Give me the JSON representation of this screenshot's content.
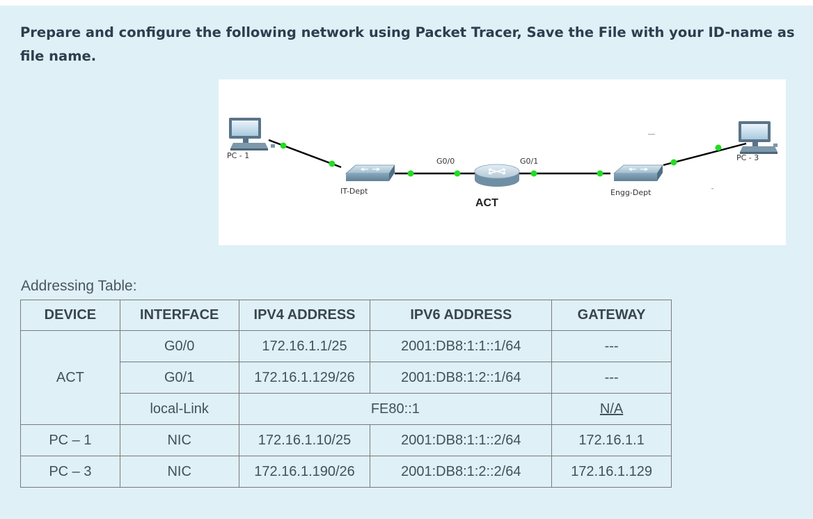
{
  "prompt": "Prepare and configure the following network using Packet Tracer, Save the File with your ID-name as file name.",
  "diagram": {
    "devices": {
      "pc1": "PC - 1",
      "pc3": "PC - 3",
      "switch_left": "IT-Dept",
      "switch_right": "Engg-Dept",
      "router": "ACT"
    },
    "interfaces": {
      "router_left": "G0/0",
      "router_right": "G0/1"
    },
    "icons": [
      "pc-icon",
      "switch-icon",
      "router-icon"
    ],
    "colors": {
      "link": "#000000",
      "link_up_dot": "#22dd22"
    }
  },
  "table": {
    "title": "Addressing Table:",
    "headers": [
      "DEVICE",
      "INTERFACE",
      "IPV4 ADDRESS",
      "IPV6 ADDRESS",
      "GATEWAY"
    ],
    "act": {
      "device": "ACT",
      "rows": [
        {
          "interface": "G0/0",
          "ipv4": "172.16.1.1/25",
          "ipv6": "2001:DB8:1:1::1/64",
          "gateway": "---"
        },
        {
          "interface": "G0/1",
          "ipv4": "172.16.1.129/26",
          "ipv6": "2001:DB8:1:2::1/64",
          "gateway": "---"
        }
      ],
      "local_link": {
        "interface": "local-Link",
        "address": "FE80::1",
        "gateway": "N/A"
      }
    },
    "pcs": [
      {
        "device": "PC – 1",
        "interface": "NIC",
        "ipv4": "172.16.1.10/25",
        "ipv6": "2001:DB8:1:1::2/64",
        "gateway": "172.16.1.1"
      },
      {
        "device": "PC – 3",
        "interface": "NIC",
        "ipv4": "172.16.1.190/26",
        "ipv6": "2001:DB8:1:2::2/64",
        "gateway": "172.16.1.129"
      }
    ]
  }
}
